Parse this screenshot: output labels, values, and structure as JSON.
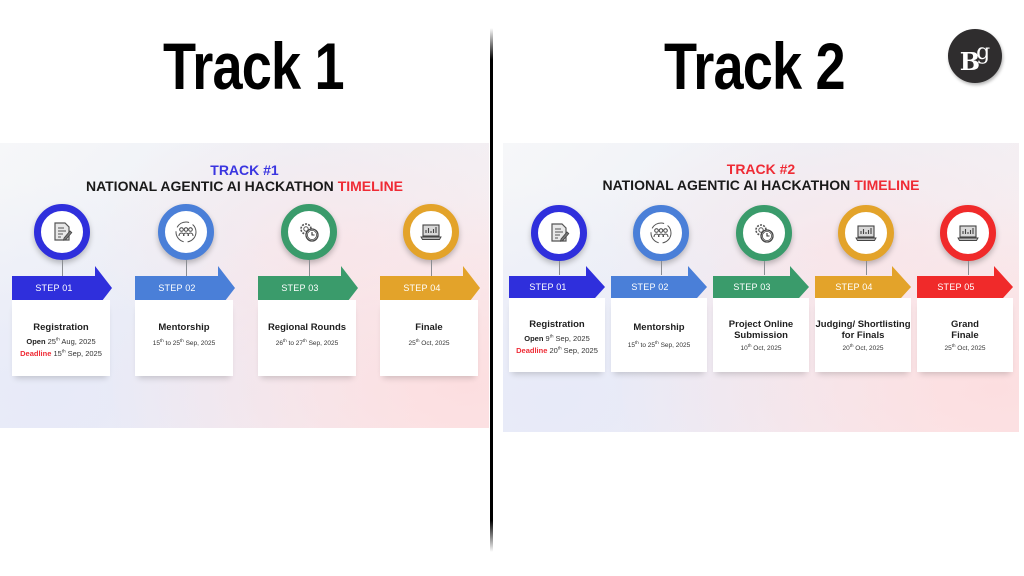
{
  "headings": {
    "track1": "Track 1",
    "track2": "Track 2"
  },
  "logo": {
    "text_b": "B",
    "text_g": "g",
    "icon": "bg-logo-icon"
  },
  "colors": {
    "blue": "#2f2fdc",
    "light_blue": "#4a7fd8",
    "green": "#3a9b6b",
    "amber": "#e3a32a",
    "red": "#f02a2a",
    "accent_red": "#ef2b35"
  },
  "panel1": {
    "track_label": "TRACK #1",
    "track_label_color": "#3a35e0",
    "title_main": "NATIONAL AGENTIC AI HACKATHON ",
    "title_accent": "TIMELINE",
    "steps": [
      {
        "step": "STEP 01",
        "name": "Registration",
        "icon": "document-edit-icon",
        "open_label": "Open",
        "open_day": "25",
        "open_sup": "th",
        "open_rest": " Aug, 2025",
        "deadline_label": "Deadline",
        "deadline_day": "15",
        "deadline_sup": "th",
        "deadline_rest": " Sep, 2025"
      },
      {
        "step": "STEP 02",
        "name": "Mentorship",
        "icon": "team-group-icon",
        "d1": "15",
        "s1": "th",
        "mid": " to 25",
        "s2": "th",
        "rest": " Sep, 2025"
      },
      {
        "step": "STEP 03",
        "name": "Regional Rounds",
        "icon": "gear-clock-icon",
        "d1": "26",
        "s1": "th",
        "mid": " to 27",
        "s2": "th",
        "rest": " Sep, 2025"
      },
      {
        "step": "STEP 04",
        "name": "Finale",
        "icon": "laptop-chart-icon",
        "d1": "25",
        "s1": "th",
        "rest": " Oct, 2025"
      }
    ]
  },
  "panel2": {
    "track_label": "TRACK #2",
    "track_label_color": "#ef2b35",
    "title_main": "NATIONAL AGENTIC AI HACKATHON ",
    "title_accent": "TIMELINE",
    "steps": [
      {
        "step": "STEP 01",
        "name": "Registration",
        "icon": "document-edit-icon",
        "open_label": "Open",
        "open_day": "9",
        "open_sup": "th",
        "open_rest": " Sep, 2025",
        "deadline_label": "Deadline",
        "deadline_day": "20",
        "deadline_sup": "th",
        "deadline_rest": " Sep, 2025"
      },
      {
        "step": "STEP 02",
        "name": "Mentorship",
        "icon": "team-group-icon",
        "d1": "15",
        "s1": "th",
        "mid": " to 25",
        "s2": "th",
        "rest": " Sep, 2025"
      },
      {
        "step": "STEP 03",
        "name_line1": "Project Online",
        "name_line2": "Submission",
        "icon": "gear-clock-icon",
        "d1": "10",
        "s1": "th",
        "rest": " Oct, 2025"
      },
      {
        "step": "STEP 04",
        "name_line1": "Judging/ Shortlisting",
        "name_line2": "for Finals",
        "icon": "laptop-chart-icon",
        "d1": "20",
        "s1": "th",
        "rest": " Oct, 2025"
      },
      {
        "step": "STEP 05",
        "name_line1": "Grand",
        "name_line2": "Finale",
        "icon": "laptop-chart-icon",
        "d1": "25",
        "s1": "th",
        "rest": " Oct, 2025"
      }
    ]
  }
}
